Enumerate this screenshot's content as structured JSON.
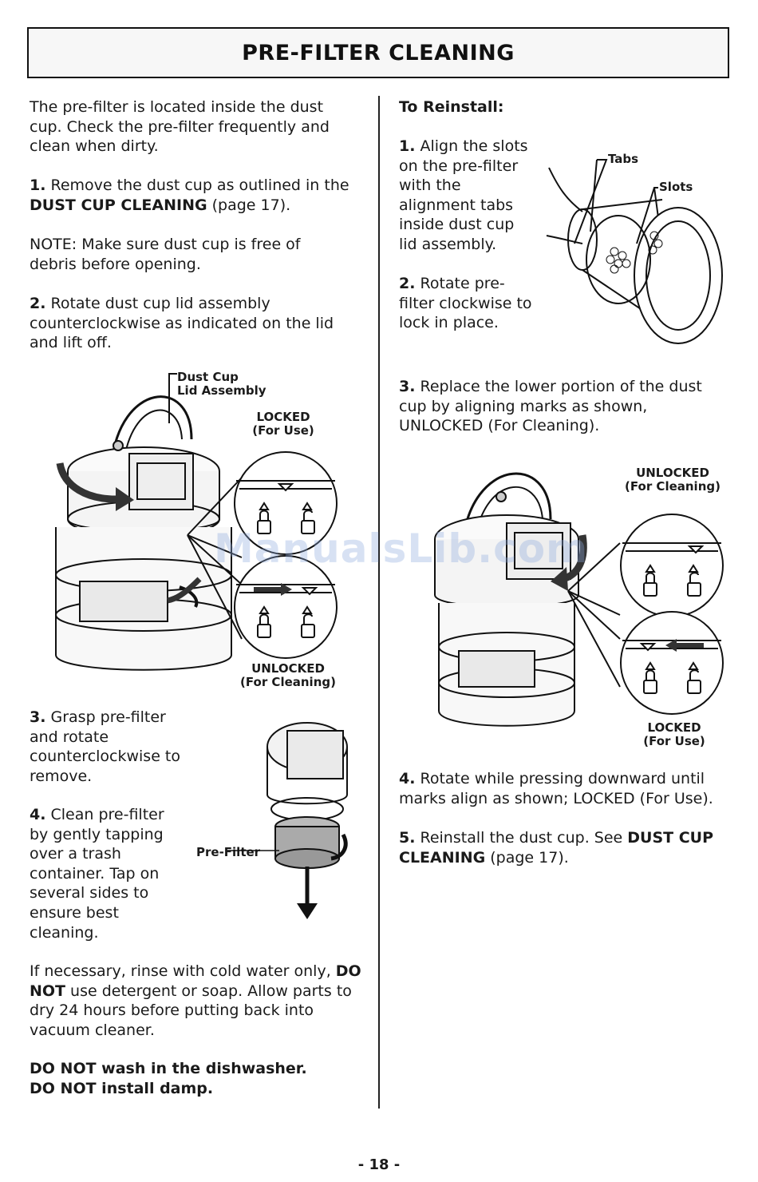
{
  "header": {
    "title": "PRE-FILTER CLEANING"
  },
  "left": {
    "intro": "The pre-filter is located inside the dust cup. Check the pre-filter frequently and clean when dirty.",
    "step1_num": "1.",
    "step1_text": " Remove the dust cup as outlined in the ",
    "step1_bold": "DUST CUP CLEANING",
    "step1_end": " (page 17).",
    "note": "NOTE: Make sure dust cup is free of debris before opening.",
    "step2_num": "2.",
    "step2_text": " Rotate dust cup lid assembly counterclockwise as indicated on the lid and lift off.",
    "fig1": {
      "lid_label_1": "Dust Cup",
      "lid_label_2": "Lid Assembly",
      "locked": "LOCKED",
      "locked_sub": "(For Use)",
      "unlocked": "UNLOCKED",
      "unlocked_sub": "(For Cleaning)"
    },
    "step3_num": "3.",
    "step3_text": " Grasp pre-filter and rotate counterclockwise to remove.",
    "step4_num": "4.",
    "step4_text": " Clean pre-filter by gently tapping over a trash container. Tap on several sides to ensure best cleaning.",
    "prefilter_label": "Pre-Filter",
    "rinse_1": "If necessary, rinse with cold water only, ",
    "rinse_bold": "DO NOT",
    "rinse_2": " use detergent or soap. Allow parts to dry 24 hours before putting back into vacuum cleaner.",
    "warn1_bold": "DO NOT",
    "warn1_text": " wash in the dishwasher.",
    "warn2_bold": "DO NOT",
    "warn2_text": " install damp."
  },
  "right": {
    "heading": "To Reinstall:",
    "r1_num": "1.",
    "r1_text": " Align the slots on the pre-filter with the alignment tabs inside dust cup lid assembly.",
    "tabs_label": "Tabs",
    "slots_label": "Slots",
    "r2_num": "2.",
    "r2_text": " Rotate pre-filter clockwise to lock in place.",
    "r3_num": "3.",
    "r3_text": " Replace the lower portion of the dust cup by aligning marks as shown, UNLOCKED (For Cleaning).",
    "fig2": {
      "unlocked": "UNLOCKED",
      "unlocked_sub": "(For Cleaning)",
      "locked": "LOCKED",
      "locked_sub": "(For Use)"
    },
    "r4_num": "4.",
    "r4_text": " Rotate while pressing downward until marks align as shown; LOCKED (For Use).",
    "r5_num": "5.",
    "r5_text": " Reinstall the dust cup. See ",
    "r5_bold": "DUST CUP CLEANING",
    "r5_end": " (page 17)."
  },
  "watermark": "ManualsLib.com",
  "page_number": "- 18 -"
}
